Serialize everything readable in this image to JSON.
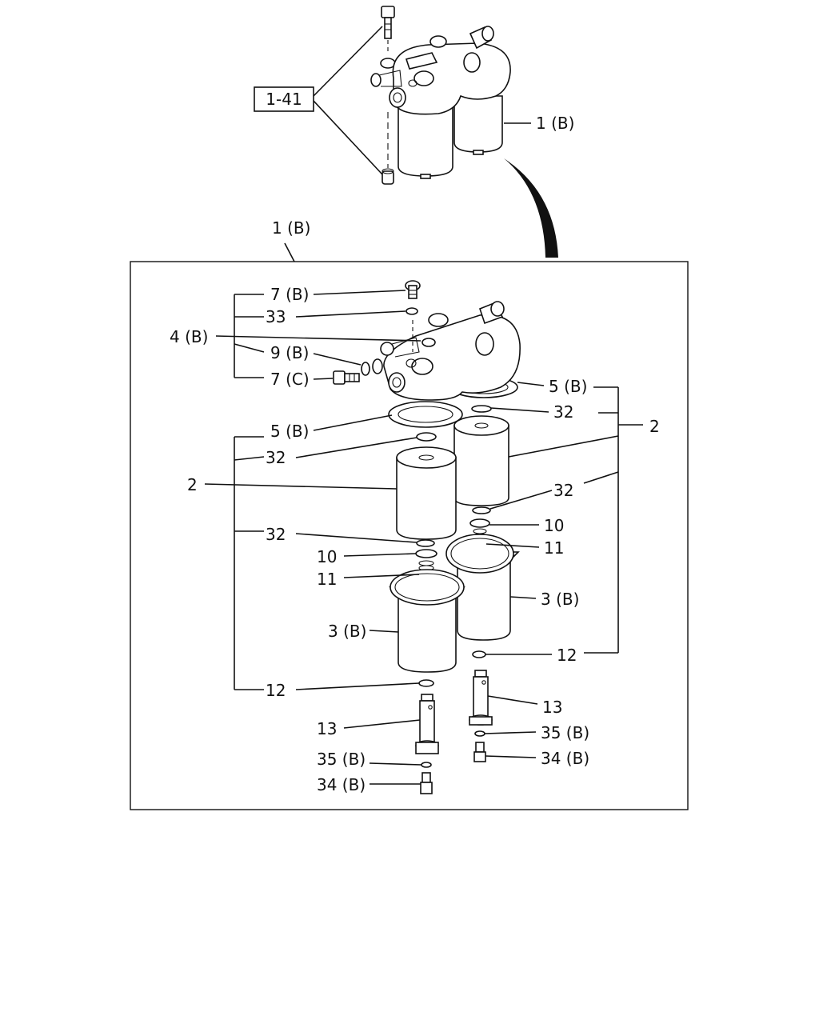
{
  "top_view": {
    "ref_box": "1-41",
    "assembly_label": "1 (B)"
  },
  "detail": {
    "frame_label": "1 (B)",
    "labels": {
      "screw_top": "7 (B)",
      "washer_33": "33",
      "head_4b": "4 (B)",
      "washer_9b": "9 (B)",
      "bolt_7c": "7 (C)",
      "gasket_left": "5 (B)",
      "gasket_right": "5 (B)",
      "oring_left_top": "32",
      "oring_right_top": "32",
      "element_left": "2",
      "element_group_right": "2",
      "oring_right_bottom": "32",
      "oring_left_bottom": "32",
      "washer_10_left": "10",
      "washer_10_right": "10",
      "spring_11_left": "11",
      "spring_11_right": "11",
      "case_left": "3 (B)",
      "case_right": "3 (B)",
      "oring_12_left": "12",
      "oring_12_right": "12",
      "bolt_13_left": "13",
      "bolt_13_right": "13",
      "washer_35_left": "35 (B)",
      "washer_35_right": "35 (B)",
      "plug_34_left": "34 (B)",
      "plug_34_right": "34 (B)"
    }
  }
}
